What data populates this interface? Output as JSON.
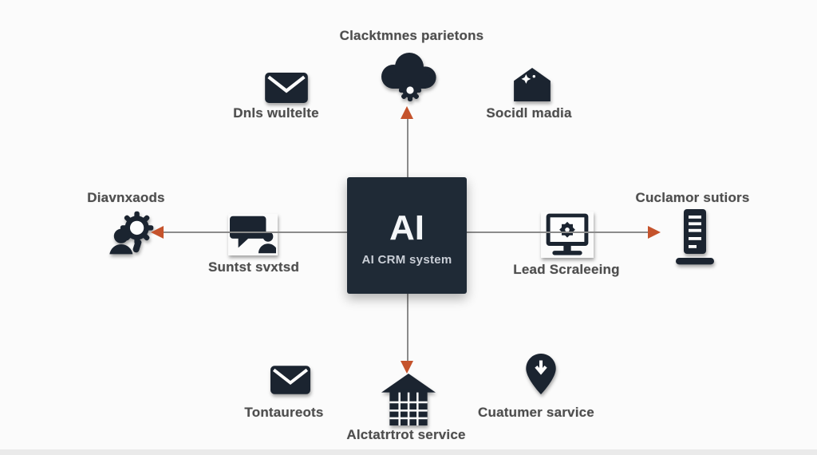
{
  "center": {
    "title": "AI",
    "subtitle": "AI CRM system"
  },
  "nodes": {
    "top": {
      "label": "Clacktmnes parietons",
      "icon": "cloud-sync-icon"
    },
    "top_left": {
      "label": "Dnls wultelte",
      "icon": "mail-envelope-icon"
    },
    "top_right": {
      "label": "Socidl madia",
      "icon": "open-envelope-sparkle-icon"
    },
    "left": {
      "label": "Diavnxaods",
      "icon": "gear-person-icon"
    },
    "mid_left": {
      "label": "Suntst svxtsd",
      "icon": "chat-person-icon"
    },
    "mid_right": {
      "label": "Lead Scraleeing",
      "icon": "monitor-gear-icon"
    },
    "right": {
      "label": "Cuclamor sutiors",
      "icon": "server-tower-icon"
    },
    "bottom_left": {
      "label": "Tontaureots",
      "icon": "mail-envelope-icon"
    },
    "bottom_center": {
      "label": "Alctatrtrot service",
      "icon": "building-grid-icon"
    },
    "bottom_right": {
      "label": "Cuatumer sarvice",
      "icon": "map-pin-arrow-icon"
    }
  },
  "colors": {
    "accent_arrow": "#c5532c",
    "connector_line": "#8b8b8b",
    "center_box": "#1f2a36",
    "icon": "#1b2430",
    "label_text": "#4d4d4d",
    "background": "#fbfbfb"
  }
}
